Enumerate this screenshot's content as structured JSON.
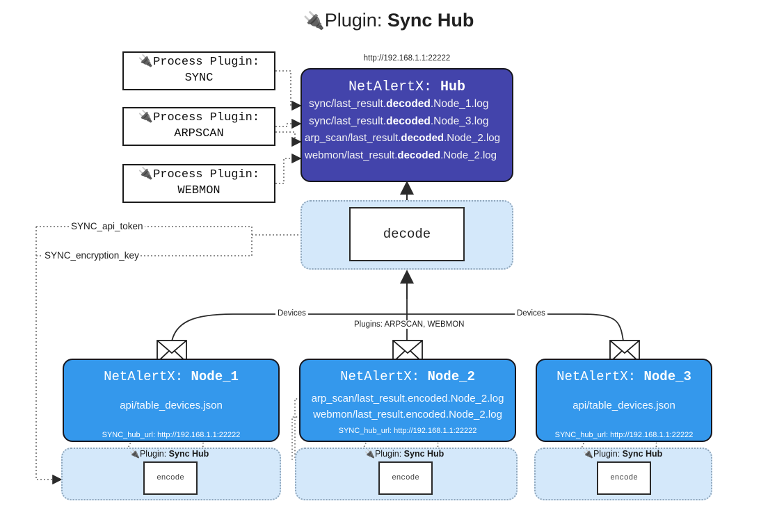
{
  "title": {
    "icon": "electric-plug-icon",
    "glyph": "🔌",
    "prefix": "Plugin: ",
    "name": "Sync Hub"
  },
  "process_plugins": [
    {
      "glyph": "🔌",
      "line1": "Process Plugin:",
      "line2": "SYNC"
    },
    {
      "glyph": "🔌",
      "line1": "Process Plugin:",
      "line2": "ARPSCAN"
    },
    {
      "glyph": "🔌",
      "line1": "Process Plugin:",
      "line2": "WEBMON"
    }
  ],
  "hub": {
    "url": "http://192.168.1.1:22222",
    "title_prefix": "NetAlertX: ",
    "title_name": "Hub",
    "logs": [
      {
        "pre": "sync/last_result.",
        "mid": "decoded",
        "post": ".Node_1.log"
      },
      {
        "pre": "sync/last_result.",
        "mid": "decoded",
        "post": ".Node_3.log"
      },
      {
        "pre": "arp_scan/last_result.",
        "mid": "decoded",
        "post": ".Node_2.log"
      },
      {
        "pre": "webmon/last_result.",
        "mid": "decoded",
        "post": ".Node_2.log"
      }
    ]
  },
  "decode": {
    "label": "decode"
  },
  "tokens": [
    {
      "label": "SYNC_api_token"
    },
    {
      "label": "SYNC_encryption_key"
    }
  ],
  "edge_labels": {
    "left_devices": "Devices",
    "center_plugins": "Plugins: ARPSCAN, WEBMON",
    "right_devices": "Devices"
  },
  "nodes": [
    {
      "title_prefix": "NetAlertX: ",
      "title_name": "Node_1",
      "lines": [
        "api/table_devices.json"
      ],
      "url_key": "SYNC_hub_url: ",
      "url": "http://192.168.1.1:22222"
    },
    {
      "title_prefix": "NetAlertX: ",
      "title_name": "Node_2",
      "lines": [
        "arp_scan/last_result.encoded.Node_2.log",
        "webmon/last_result.encoded.Node_2.log"
      ],
      "url_key": "SYNC_hub_url: ",
      "url": "http://192.168.1.1:22222"
    },
    {
      "title_prefix": "NetAlertX: ",
      "title_name": "Node_3",
      "lines": [
        "api/table_devices.json"
      ],
      "url_key": "SYNC_hub_url: ",
      "url": "http://192.168.1.1:22222"
    }
  ],
  "encoders": [
    {
      "glyph": "🔌",
      "plugin_prefix": "Plugin: ",
      "plugin_name": "Sync Hub",
      "label": "encode"
    },
    {
      "glyph": "🔌",
      "plugin_prefix": "Plugin: ",
      "plugin_name": "Sync Hub",
      "label": "encode"
    },
    {
      "glyph": "🔌",
      "plugin_prefix": "Plugin: ",
      "plugin_name": "Sync Hub",
      "label": "encode"
    }
  ],
  "colors": {
    "hub": "#4344ab",
    "node": "#3498ec",
    "panel": "#d4e8fa",
    "panel_border": "#8fa6bb",
    "stroke": "#1b1b1b"
  }
}
